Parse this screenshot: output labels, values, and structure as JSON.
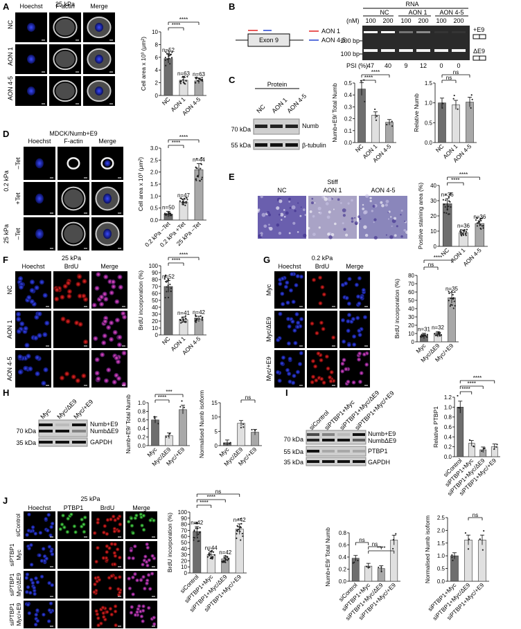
{
  "panels": {
    "A": "A",
    "B": "B",
    "C": "C",
    "D": "D",
    "E": "E",
    "F": "F",
    "G": "G",
    "H": "H",
    "I": "I",
    "J": "J"
  },
  "A": {
    "title": "25 kPa",
    "cols": [
      "Hoechst",
      "F-actin",
      "Merge"
    ],
    "rows": [
      "NC",
      "AON 1",
      "AON 4-5"
    ],
    "chart": {
      "ylabel": "Cell area x 10³ (μm²)",
      "yticks": [
        "0",
        "2",
        "4",
        "6",
        "8",
        "10"
      ],
      "ymax": 10,
      "categories": [
        "NC",
        "AON 1",
        "AON 4-5"
      ],
      "values": [
        5.8,
        2.4,
        2.3
      ],
      "ns": [
        "n=52",
        "n=63",
        "n=63"
      ],
      "sig": [
        "****",
        "****"
      ]
    }
  },
  "B": {
    "exon": "Exon 9",
    "legend": [
      "AON 1",
      "AON 4-5"
    ],
    "legend_colors": [
      "#e02020",
      "#2040d0"
    ],
    "rna": "RNA",
    "groups": [
      "NC",
      "AON 1",
      "AON 4-5"
    ],
    "nm": "(nM)",
    "conc": [
      "100",
      "200",
      "100",
      "200",
      "100",
      "200"
    ],
    "size_labels": [
      "200 bp",
      "100 bp"
    ],
    "band_labels": [
      "+E9",
      "ΔE9"
    ],
    "psi_label": "PSI (%)",
    "psi": [
      "47",
      "40",
      "9",
      "12",
      "0",
      "0"
    ]
  },
  "C": {
    "protein": "Protein",
    "lanes": [
      "NC",
      "AON 1",
      "AON 4-5"
    ],
    "kda": [
      "70 kDa",
      "55 kDa"
    ],
    "bands": [
      "Numb",
      "β-tubulin"
    ],
    "chart1": {
      "ylabel": "Numb+E9/ Total Numb",
      "yticks": [
        "0.0",
        "0.1",
        "0.2",
        "0.3",
        "0.4",
        "0.5"
      ],
      "ymax": 0.5,
      "categories": [
        "NC",
        "AON 1",
        "AON 4-5"
      ],
      "values": [
        0.45,
        0.23,
        0.17
      ],
      "sig": [
        "****",
        "****"
      ]
    },
    "chart2": {
      "ylabel": "Relative Numb",
      "yticks": [
        "0.0",
        "0.5",
        "1.0",
        "1.5"
      ],
      "ymax": 1.5,
      "categories": [
        "NC",
        "AON 1",
        "AON 4-5"
      ],
      "values": [
        1.0,
        0.95,
        1.02
      ],
      "sig": [
        "ns",
        "ns"
      ]
    }
  },
  "D": {
    "title": "MDCK/Numb+E9",
    "cols": [
      "Hoechst",
      "F-actin",
      "Merge"
    ],
    "rows": [
      "–Tet",
      "+Tet",
      "–Tet"
    ],
    "groups": [
      "0.2 kPa",
      "25 kPa"
    ],
    "chart": {
      "ylabel": "Cell area x 10³ (μm²)",
      "yticks": [
        "0.0",
        "0.5",
        "1.0",
        "1.5",
        "2.0",
        "2.5",
        "3.0"
      ],
      "ymax": 3.0,
      "categories": [
        "0.2 kPa –Tet",
        "0.2 kPa +Tet",
        "25 kPa –Tet"
      ],
      "values": [
        0.25,
        0.75,
        2.1
      ],
      "ns": [
        "n=50",
        "n=47",
        "n=44"
      ],
      "sig": [
        "****",
        "****"
      ]
    }
  },
  "E": {
    "title": "Stiff",
    "cols": [
      "NC",
      "AON 1",
      "AON 4-5"
    ],
    "chart": {
      "ylabel": "Positive staining area (%)",
      "yticks": [
        "0",
        "10",
        "20",
        "30",
        "40"
      ],
      "ymax": 40,
      "categories": [
        "NC",
        "AON 1",
        "AON 4-5"
      ],
      "values": [
        28,
        9,
        15
      ],
      "ns": [
        "n=36",
        "n=36",
        "n=36"
      ],
      "sig": [
        "****",
        "****"
      ]
    }
  },
  "F": {
    "title": "25 kPa",
    "cols": [
      "Hoechst",
      "BrdU",
      "Merge"
    ],
    "rows": [
      "NC",
      "AON 1",
      "AON 4-5"
    ],
    "chart": {
      "ylabel": "BrdU incorporation (%)",
      "yticks": [
        "0",
        "10",
        "20",
        "30",
        "40",
        "50",
        "60",
        "70",
        "80",
        "90",
        "100"
      ],
      "ymax": 100,
      "categories": [
        "NC",
        "AON 1",
        "AON 4-5"
      ],
      "values": [
        70,
        22,
        23
      ],
      "ns": [
        "n=52",
        "n=41",
        "n=42"
      ],
      "sig": [
        "****",
        "****"
      ]
    }
  },
  "G": {
    "title": "0.2 kPa",
    "cols": [
      "Hoechst",
      "BrdU",
      "Merge"
    ],
    "rows": [
      "Myc",
      "Myc/ΔE9",
      "Myc/+E9"
    ],
    "chart": {
      "ylabel": "BrdU incorporation (%)",
      "yticks": [
        "0",
        "10",
        "20",
        "30",
        "40",
        "50",
        "60",
        "70",
        "80"
      ],
      "ymax": 80,
      "categories": [
        "Myc",
        "Myc/ΔE9",
        "Myc/+E9"
      ],
      "values": [
        7,
        9,
        53
      ],
      "ns": [
        "n=31",
        "n=32",
        "n=35"
      ],
      "sig": [
        "ns",
        "****"
      ]
    }
  },
  "H": {
    "lanes": [
      "Myc",
      "Myc/ΔE9",
      "Myc/+E9"
    ],
    "kda": [
      "70 kDa",
      "35 kDa"
    ],
    "bands": [
      "Numb+E9",
      "NumbΔE9",
      "GAPDH"
    ],
    "chart1": {
      "ylabel": "Numb+E9/ Total Numb",
      "yticks": [
        "0.0",
        "0.2",
        "0.4",
        "0.6",
        "0.8",
        "1.0"
      ],
      "ymax": 1.0,
      "categories": [
        "Myc",
        "Myc/ΔE9",
        "Myc/+E9"
      ],
      "values": [
        0.6,
        0.23,
        0.84
      ],
      "sig": [
        "****",
        "***"
      ]
    },
    "chart2": {
      "ylabel": "Normalised Numb isoform",
      "yticks": [
        "0",
        "5",
        "10",
        "15"
      ],
      "ymax": 15,
      "categories": [
        "Myc",
        "Myc/ΔE9",
        "Myc/+E9"
      ],
      "values": [
        1,
        7.8,
        4.7
      ],
      "sig": [
        "ns"
      ]
    }
  },
  "I": {
    "lanes": [
      "siControl",
      "siPTBP1+Myc",
      "siPTBP1+Myc/ΔE9",
      "siPTBP1+Myc/+E9"
    ],
    "kda": [
      "70 kDa",
      "55 kDa",
      "35 kDa"
    ],
    "bands": [
      "Numb+E9",
      "NumbΔE9",
      "PTBP1",
      "GAPDH"
    ],
    "chart": {
      "ylabel": "Relative PTBP1",
      "yticks": [
        "0.0",
        "0.2",
        "0.4",
        "0.6",
        "0.8",
        "1.0",
        "1.2"
      ],
      "ymax": 1.2,
      "categories": [
        "siControl",
        "siPTBP1+Myc",
        "siPTBP1+Myc/ΔE9",
        "siPTBP1+Myc/+E9"
      ],
      "values": [
        1.0,
        0.27,
        0.14,
        0.2
      ],
      "sig": [
        "****",
        "****",
        "****"
      ]
    }
  },
  "J": {
    "title": "25 kPa",
    "cols": [
      "Hoechst",
      "PTBP1",
      "BrdU",
      "Merge"
    ],
    "rows": [
      "siControl",
      "siPTBP1 Myc",
      "siPTBP1 Myc/ΔE9",
      "siPTBP1 Myc/+E9"
    ],
    "chart": {
      "ylabel": "BrdU incorporation (%)",
      "yticks": [
        "0",
        "10",
        "20",
        "30",
        "40",
        "50",
        "60",
        "70",
        "80",
        "90",
        "100"
      ],
      "ymax": 100,
      "categories": [
        "siControl",
        "siPTBP1+Myc",
        "siPTBP1+Myc/ΔE9",
        "siPTBP1+Myc/+E9"
      ],
      "values": [
        68,
        30,
        23,
        72
      ],
      "ns": [
        "n=42",
        "n=44",
        "n=42",
        "n=42"
      ],
      "sig": [
        "****",
        "****",
        "ns"
      ]
    }
  },
  "I2": {
    "chart1": {
      "ylabel": "Numb+E9/ Total Numb",
      "yticks": [
        "0.0",
        "0.2",
        "0.4",
        "0.6",
        "0.8"
      ],
      "ymax": 0.8,
      "categories": [
        "siControl",
        "siPTBP1+Myc",
        "siPTBP1+Myc/ΔE9",
        "siPTBP1+Myc/+E9"
      ],
      "values": [
        0.38,
        0.25,
        0.21,
        0.68
      ],
      "sig": [
        "ns",
        "ns",
        "****"
      ]
    },
    "chart2": {
      "ylabel": "Normalised Numb isoform",
      "yticks": [
        "0.0",
        "0.5",
        "1.0",
        "1.5",
        "2.0",
        "2.5"
      ],
      "ymax": 2.5,
      "categories": [
        "siPTBP1+Myc",
        "siPTBP1+Myc/ΔE9",
        "siPTBP1+Myc/+E9"
      ],
      "values": [
        1.0,
        1.62,
        1.62
      ],
      "sig": [
        "ns"
      ]
    }
  },
  "colors": {
    "dark": "#6e6e6e",
    "mid": "#a8a8a8",
    "light": "#e0e0e0"
  }
}
